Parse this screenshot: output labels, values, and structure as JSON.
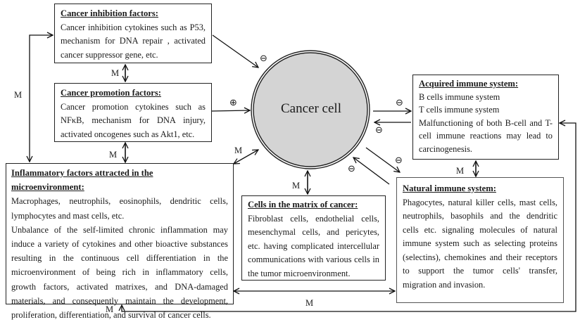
{
  "center": {
    "label": "Cancer cell",
    "fill": "#d4d4d4"
  },
  "boxes": {
    "inhibition": {
      "title": "Cancer inhibition factors:",
      "text": "Cancer inhibition cytokines such as P53, mechanism for DNA repair , activated cancer suppressor gene, etc."
    },
    "promotion": {
      "title": "Cancer promotion factors:",
      "text": "Cancer promotion cytokines such as NFκB, mechanism for DNA injury, activated oncogenes such as Akt1, etc."
    },
    "inflammatory": {
      "title": "Inflammatory factors attracted in the microenvironment:",
      "text1": "Macrophages, neutrophils, eosinophils, dendritic cells, lymphocytes and mast cells, etc.",
      "text2": "Unbalance of the self-limited chronic inflammation may induce a variety of cytokines and other bioactive substances resulting in the continuous cell differentiation in the microenvironment of being rich in inflammatory cells, growth factors, activated matrixes, and DNA-damaged materials, and consequently maintain the development, proliferation, differentiation, and survival of cancer cells."
    },
    "matrix": {
      "title": "Cells in the matrix of cancer:",
      "text": "Fibroblast cells, endothelial cells, mesenchymal cells, and pericytes, etc. having complicated intercellular communications with various cells in the tumor microenvironment."
    },
    "acquired": {
      "title": "Acquired immune system:",
      "line1": "B cells immune system",
      "line2": "T cells immune system",
      "text": "Malfunctioning of both B-cell and T-cell immune reactions may lead to carcinogenesis."
    },
    "natural": {
      "title": "Natural immune system:",
      "text": "Phagocytes, natural killer cells, mast cells, neutrophils, basophils and the dendritic cells etc. signaling molecules of natural immune system such as selecting proteins (selectins), chemokines and their receptors to support the tumor cells' transfer, migration and invasion."
    }
  },
  "labels": {
    "m": "M",
    "minus": "⊖",
    "plus": "⊕"
  }
}
